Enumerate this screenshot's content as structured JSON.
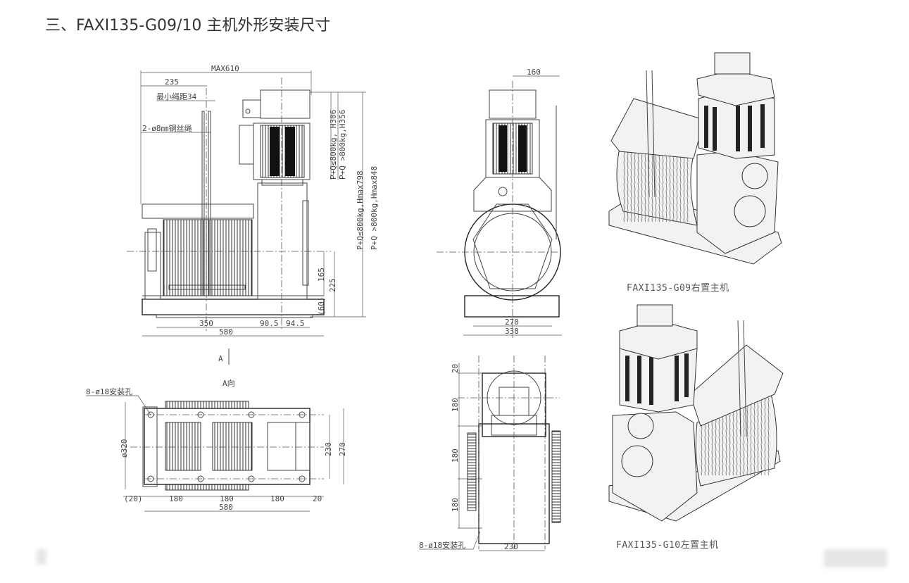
{
  "title": "三、FAXI135-G09/10 主机外形安装尺寸",
  "front_view": {
    "dims": {
      "max_width": "MAX610",
      "d235": "235",
      "min_rope_gap": "最小绳距34",
      "rope_spec": "2-ø8㎜钢丝绳",
      "h306": "P+Q≤800kg, H306",
      "h356": "P+Q >800kg,H356",
      "hmax798": "P+Q≤800kg,Hmax798",
      "hmax848": "P+Q >800kg,Hmax848",
      "d165": "165",
      "d225": "225",
      "d60": "(60)",
      "d350": "350",
      "d90_5": "90.5",
      "d94_5": "94.5",
      "d580": "580"
    },
    "view_marker": "A"
  },
  "side_view": {
    "dims": {
      "d160": "160",
      "d270": "270",
      "d338": "338"
    }
  },
  "top_view": {
    "label": "A向",
    "holes": "8-ø18安装孔",
    "dims": {
      "d320": "ø320",
      "d230": "230",
      "d270": "270",
      "d20a": "(20)",
      "d180a": "180",
      "d180b": "180",
      "d180c": "180",
      "d20b": "20",
      "d580": "580"
    }
  },
  "bottom_view": {
    "holes": "8-ø18安装孔",
    "dims": {
      "d20": "20",
      "d180a": "180",
      "d180b": "180",
      "d180c": "180",
      "d230": "230"
    }
  },
  "renders": {
    "right_label": "FAXI135-G09右置主机",
    "left_label": "FAXI135-G10左置主机"
  }
}
